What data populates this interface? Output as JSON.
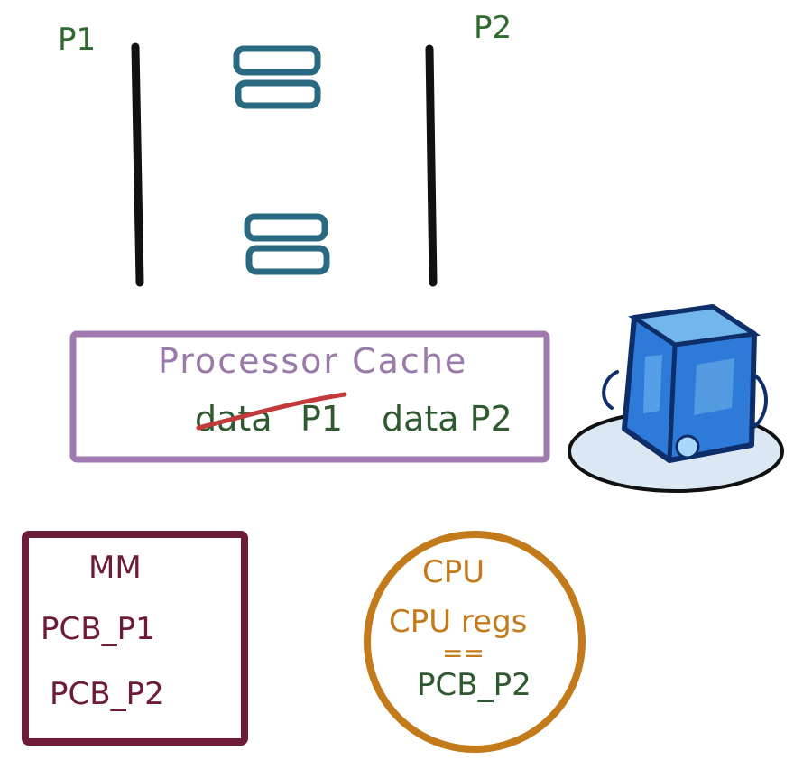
{
  "process_labels": {
    "p1": "P1",
    "p2": "P2"
  },
  "processor_cache": {
    "title": "Processor Cache",
    "old_entry": "data",
    "old_entry_owner": "P1",
    "new_entry": "data P2"
  },
  "main_memory": {
    "title": "MM",
    "items": [
      "PCB_P1",
      "PCB_P2"
    ]
  },
  "cpu": {
    "title": "CPU",
    "regs_label": "CPU regs",
    "equals": "==",
    "value": "PCB_P2"
  },
  "colors": {
    "process_label": "#2f6b2f",
    "timeline": "#111111",
    "queue_block": "#2a6a80",
    "cache_border": "#a07ab0",
    "cache_title": "#9a7aaa",
    "cache_text": "#2f5a2f",
    "strike": "#c23a3a",
    "mm_border": "#6e1a3a",
    "mm_text": "#6e1a3a",
    "cpu_border": "#c27a1a",
    "cpu_text": "#c27a1a",
    "cpu_value": "#2f5a2f",
    "ice_blue": "#2e7ad8",
    "ice_dark": "#0e2e6a",
    "ice_puddle": "#dbe7f2"
  },
  "icons": {
    "cache_icon": "ice-cube-icon"
  }
}
